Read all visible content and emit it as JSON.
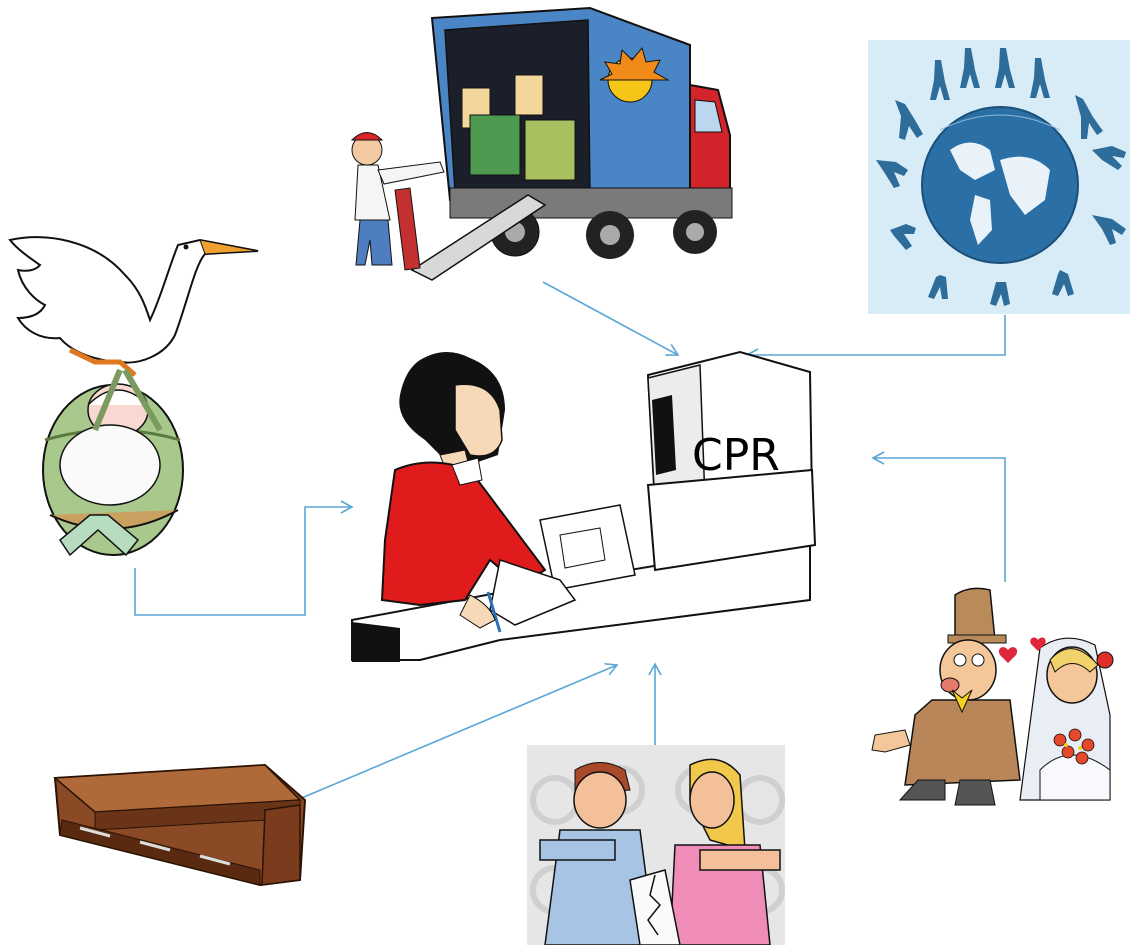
{
  "diagram": {
    "center_label": "CPR",
    "nodes": [
      {
        "id": "birth",
        "icon": "stork-baby-icon"
      },
      {
        "id": "moving",
        "icon": "moving-truck-icon"
      },
      {
        "id": "migration",
        "icon": "globe-people-icon"
      },
      {
        "id": "marriage",
        "icon": "wedding-couple-icon"
      },
      {
        "id": "divorce",
        "icon": "divorce-couple-icon"
      },
      {
        "id": "death",
        "icon": "coffin-icon"
      }
    ],
    "center": {
      "id": "registry",
      "icon": "clerk-at-computer-icon"
    },
    "edges": [
      {
        "from": "birth",
        "to": "registry"
      },
      {
        "from": "moving",
        "to": "registry"
      },
      {
        "from": "migration",
        "to": "registry"
      },
      {
        "from": "marriage",
        "to": "registry"
      },
      {
        "from": "divorce",
        "to": "registry"
      },
      {
        "from": "death",
        "to": "registry"
      }
    ],
    "colors": {
      "arrow": "#5aa6d6",
      "coat": "#e01b1b",
      "truck_box": "#4a86c5",
      "truck_cab": "#d3232b",
      "globe": "#2a6fa6",
      "coffin": "#8a4a25"
    }
  }
}
